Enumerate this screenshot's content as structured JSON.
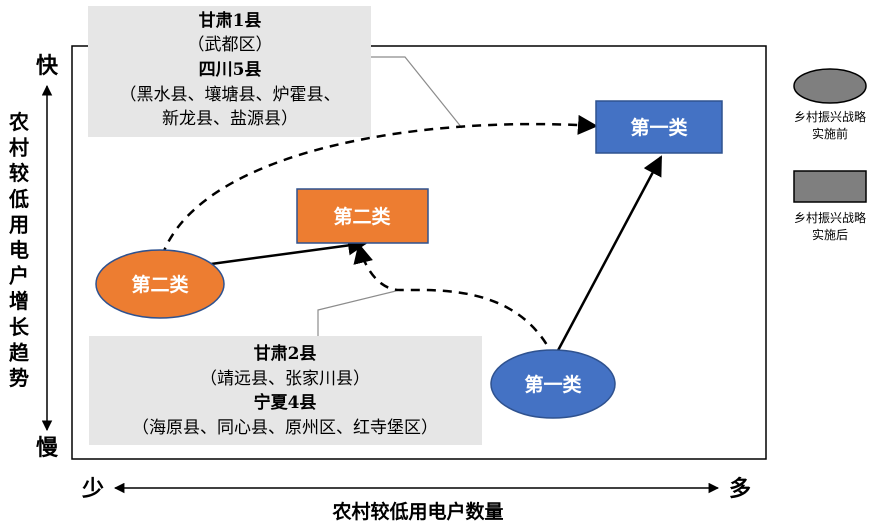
{
  "y_axis": {
    "top_label": "快",
    "bottom_label": "慢",
    "title_chars": [
      "农",
      "村",
      "较",
      "低",
      "用",
      "电",
      "户",
      "增",
      "长",
      "趋",
      "势"
    ]
  },
  "x_axis": {
    "left_label": "少",
    "right_label": "多",
    "title": "农村较低用电户数量"
  },
  "nodes": {
    "class1_before": "第一类",
    "class1_after": "第一类",
    "class2_before": "第二类",
    "class2_after": "第二类"
  },
  "callouts": {
    "top": {
      "lines": [
        "甘肃1县",
        "（武都区）",
        "四川5县",
        "（黑水县、壤塘县、炉霍县、",
        "新龙县、盐源县）"
      ]
    },
    "bottom": {
      "lines": [
        "甘肃2县",
        "（靖远县、张家川县）",
        "宁夏4县",
        "（海原县、同心县、原州区、红寺堡区）"
      ]
    }
  },
  "legend": {
    "before_lines": [
      "乡村振兴战略",
      "实施前"
    ],
    "after_lines": [
      "乡村振兴战略",
      "实施后"
    ]
  },
  "colors": {
    "orange": "#ED7D31",
    "blue": "#4472C4",
    "callout_gray": "#E6E6E6",
    "legend_gray": "#7F7F7F"
  }
}
